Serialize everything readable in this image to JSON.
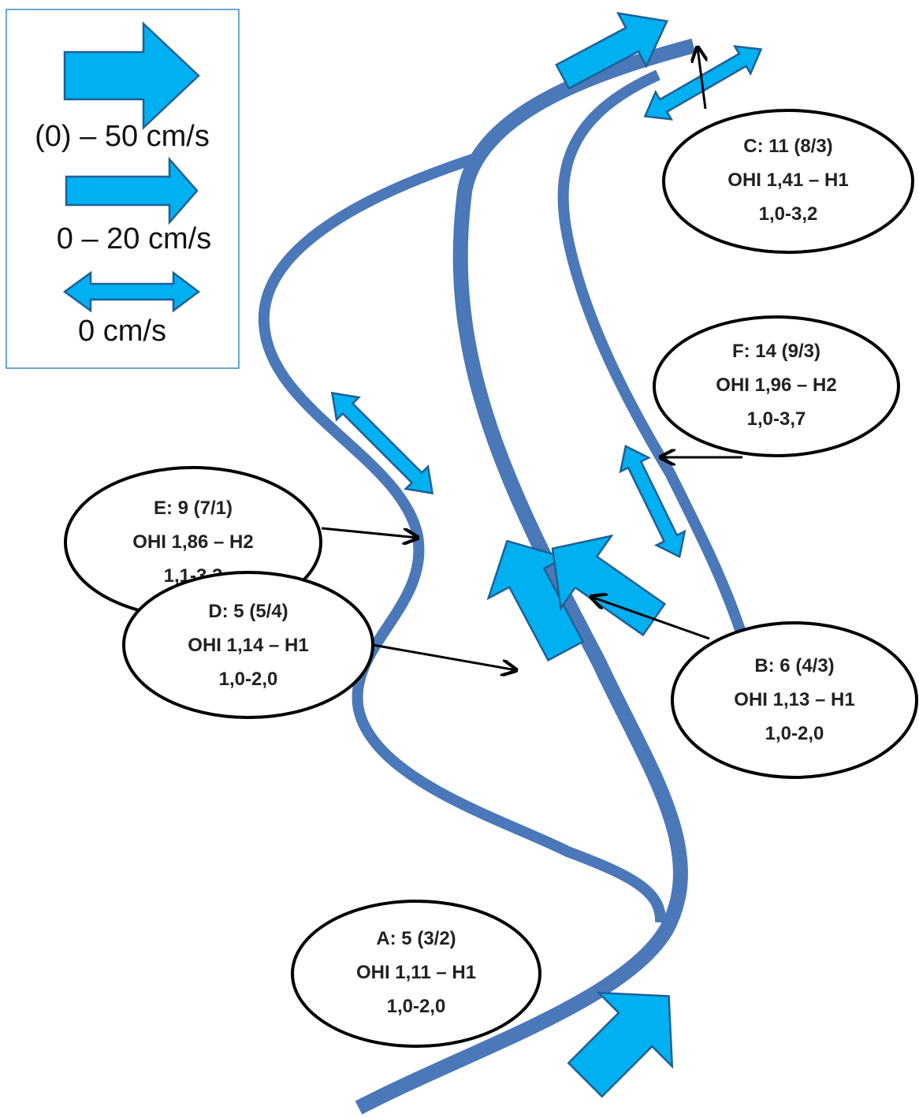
{
  "colors": {
    "river": "#4a78b8",
    "arrow_fill": "#00b0f0",
    "arrow_stroke": "#1f5f95",
    "legend_border": "#3a8cc6",
    "bubble_stroke": "#000000"
  },
  "legend": {
    "items": [
      {
        "label": "(0) – 50 cm/s",
        "icon": "large-flow-arrow"
      },
      {
        "label": "0 – 20 cm/s",
        "icon": "small-flow-arrow"
      },
      {
        "label": "0 cm/s",
        "icon": "double-headed-arrow"
      }
    ]
  },
  "sites": [
    {
      "id": "A",
      "lines": [
        "A: 5 (3/2)",
        "OHI 1,11 – H1",
        "1,0-2,0"
      ]
    },
    {
      "id": "B",
      "lines": [
        "B: 6 (4/3)",
        "OHI 1,13 – H1",
        "1,0-2,0"
      ]
    },
    {
      "id": "C",
      "lines": [
        "C: 11 (8/3)",
        "OHI 1,41 – H1",
        "1,0-3,2"
      ]
    },
    {
      "id": "D",
      "lines": [
        "D: 5 (5/4)",
        "OHI 1,14 – H1",
        "1,0-2,0"
      ]
    },
    {
      "id": "E",
      "lines": [
        "E: 9 (7/1)",
        "OHI 1,86 – H2",
        "1,1-3,3"
      ]
    },
    {
      "id": "F",
      "lines": [
        "F: 14 (9/3)",
        "OHI 1,96 – H2",
        "1,0-3,7"
      ]
    }
  ]
}
